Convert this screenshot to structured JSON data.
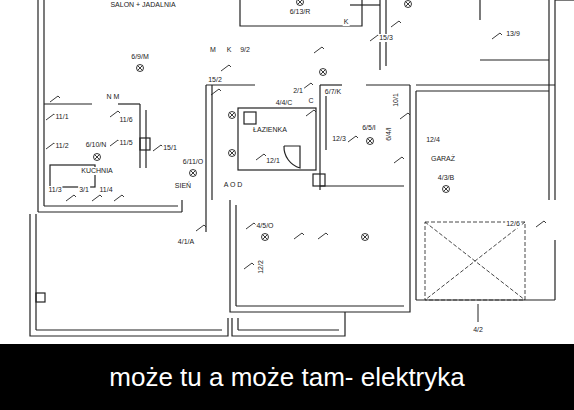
{
  "diagram": {
    "caption": "może tu a może tam- elektryka",
    "labels": [
      "SALON + JADALNIA",
      "6/9/M",
      "6/13/R",
      "K",
      "15/3",
      "13/9",
      "M",
      "K",
      "9/2",
      "15/2",
      "2/1",
      "C",
      "6/7/K",
      "4/4/C",
      "10/1",
      "N M",
      "11/1",
      "11/6",
      "11/2",
      "6/10/N",
      "11/5",
      "15/1",
      "6/11/O",
      "ŁAZIENKA",
      "12/1",
      "12/3",
      "6/5/I",
      "6/4/I",
      "12/4",
      "GARAŻ",
      "4/3/B",
      "KUCHNIA",
      "11/3",
      "3/1",
      "11/4",
      "SIEŃ",
      "A O D",
      "4/5/O",
      "4/1/A",
      "12/2",
      "12/6",
      "4/2"
    ]
  }
}
